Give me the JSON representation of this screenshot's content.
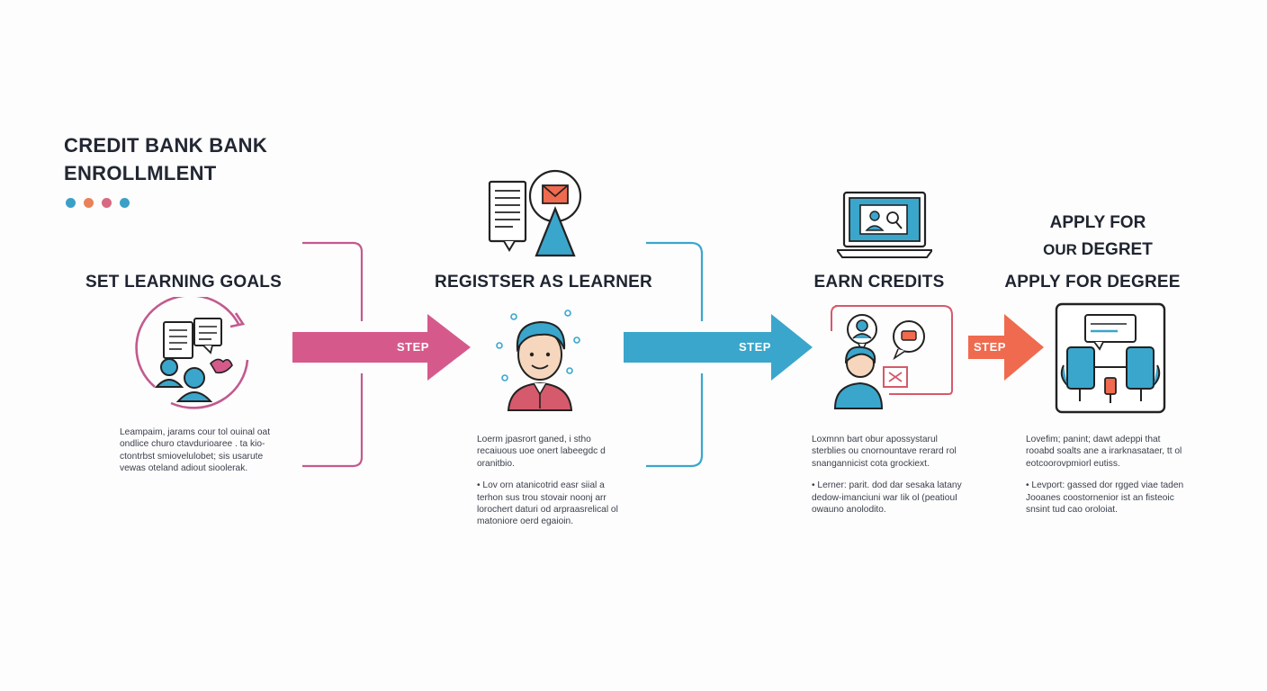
{
  "title": {
    "line1": "CREDIT BANK BANK",
    "line2": "ENROLLMLENT"
  },
  "colors": {
    "dots": [
      "#3aa0c8",
      "#e9825a",
      "#d76a82",
      "#3aa0c8"
    ],
    "pink": "#d55a8b",
    "blue": "#3aa6cc",
    "orange": "#ef6a4e",
    "ink": "#222733"
  },
  "steps": [
    {
      "title": "SET LEARNING GOALS",
      "icon": "goals-cycle-icon",
      "paragraphs": [
        "Leampaim, jarams cour tol ouinal oat ondlice churo ctavdurioaree . ta kio- ctontrbst smiovelulobet; sis usarute vewas oteland adiout sioolerak."
      ]
    },
    {
      "title": "REGISTSER AS LEARNER",
      "icon": "learner-avatar-icon",
      "paragraphs": [
        "Loerm jpasrort ganed, i stho recaiuous uoe onert labeegdc d oranitbio."
      ],
      "bullets": [
        "Lov orn atanicotrid easr siial a terhon sus trou stovair noonj arr lorochert daturi od arpraasrelical ol matoniore oerd egaioin."
      ]
    },
    {
      "title": "EARN CREDITS",
      "icon": "online-learning-icon",
      "paragraphs": [
        "Loxmnn bart obur apossystarul sterblies ou cnornountave rerard rol snangannicist cota grockiext."
      ],
      "bullets": [
        "Lerner: parit. dod dar sesaka latany dedow-imanciuni war Iik ol (peatiouI owauno anolodito."
      ]
    },
    {
      "title": "APPLY FOR DEGREE",
      "icon": "degree-application-icon",
      "paragraphs": [
        "Lovefim; panint; dawt adeppi that rooabd soalts ane a irarknasataer, tt ol eotcoorovpmiorl eutiss."
      ],
      "bullets": [
        "Levport: gassed dor rgged viae taden Jooanes coostornenior ist an fisteoic snsint tud cao oroloiat."
      ]
    }
  ],
  "degree_subtitle": {
    "line1": "APPLY FOR",
    "line2_small": "OUR",
    "line2_big": "DEGRET"
  },
  "arrows": [
    {
      "label": "STEP",
      "color": "#d55a8b"
    },
    {
      "label": "STEP",
      "color": "#3aa6cc"
    },
    {
      "label": "STEP",
      "color": "#ef6a4e"
    }
  ]
}
